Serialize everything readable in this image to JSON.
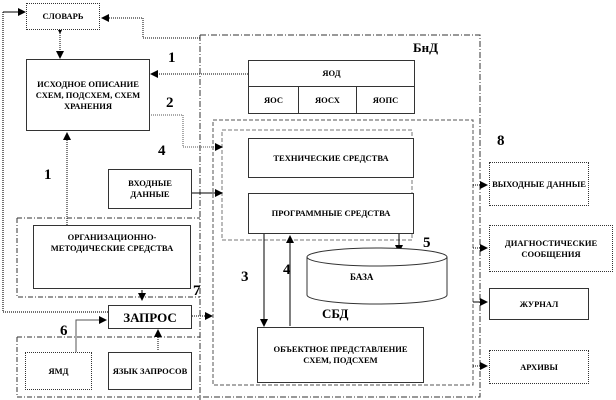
{
  "diagram": {
    "blocks": {
      "dictionary": "СЛОВАРЬ",
      "source_description": "ИСХОДНОЕ ОПИСАНИЕ СХЕМ, ПОДСХЕМ, СХЕМ ХРАНЕНИЯ",
      "input_data": "ВХОДНЫЕ ДАННЫЕ",
      "org_method": "ОРГАНИЗАЦИОННО-МЕТОДИЧЕСКИЕ СРЕДСТВА",
      "query": "ЗАПРОС",
      "ymd": "ЯМД",
      "query_language": "ЯЗЫК ЗАПРОСОВ",
      "yod": "ЯОД",
      "yos": "ЯОС",
      "yosh": "ЯОСХ",
      "yops": "ЯОПС",
      "technical": "ТЕХНИЧЕСКИЕ СРЕДСТВА",
      "software": "ПРОГРАММНЫЕ СРЕДСТВА",
      "base": "БАЗА",
      "object_repr": "ОБЪЕКТНОЕ ПРЕДСТАВЛЕНИЕ СХЕМ, ПОДСХЕМ",
      "output_data": "ВЫХОДНЫЕ ДАННЫЕ",
      "diagnostics": "ДИАГНОСТИЧЕСКИЕ СООБЩЕНИЯ",
      "journal": "ЖУРНАЛ",
      "archives": "АРХИВЫ"
    },
    "group_labels": {
      "bnd": "БнД",
      "sbd": "СБД"
    },
    "numbers": {
      "n1_top": "1",
      "n2": "2",
      "n4_left": "4",
      "n1_left": "1",
      "n3": "3",
      "n4_mid": "4",
      "n5": "5",
      "n7": "7",
      "n6": "6",
      "n8": "8"
    }
  }
}
